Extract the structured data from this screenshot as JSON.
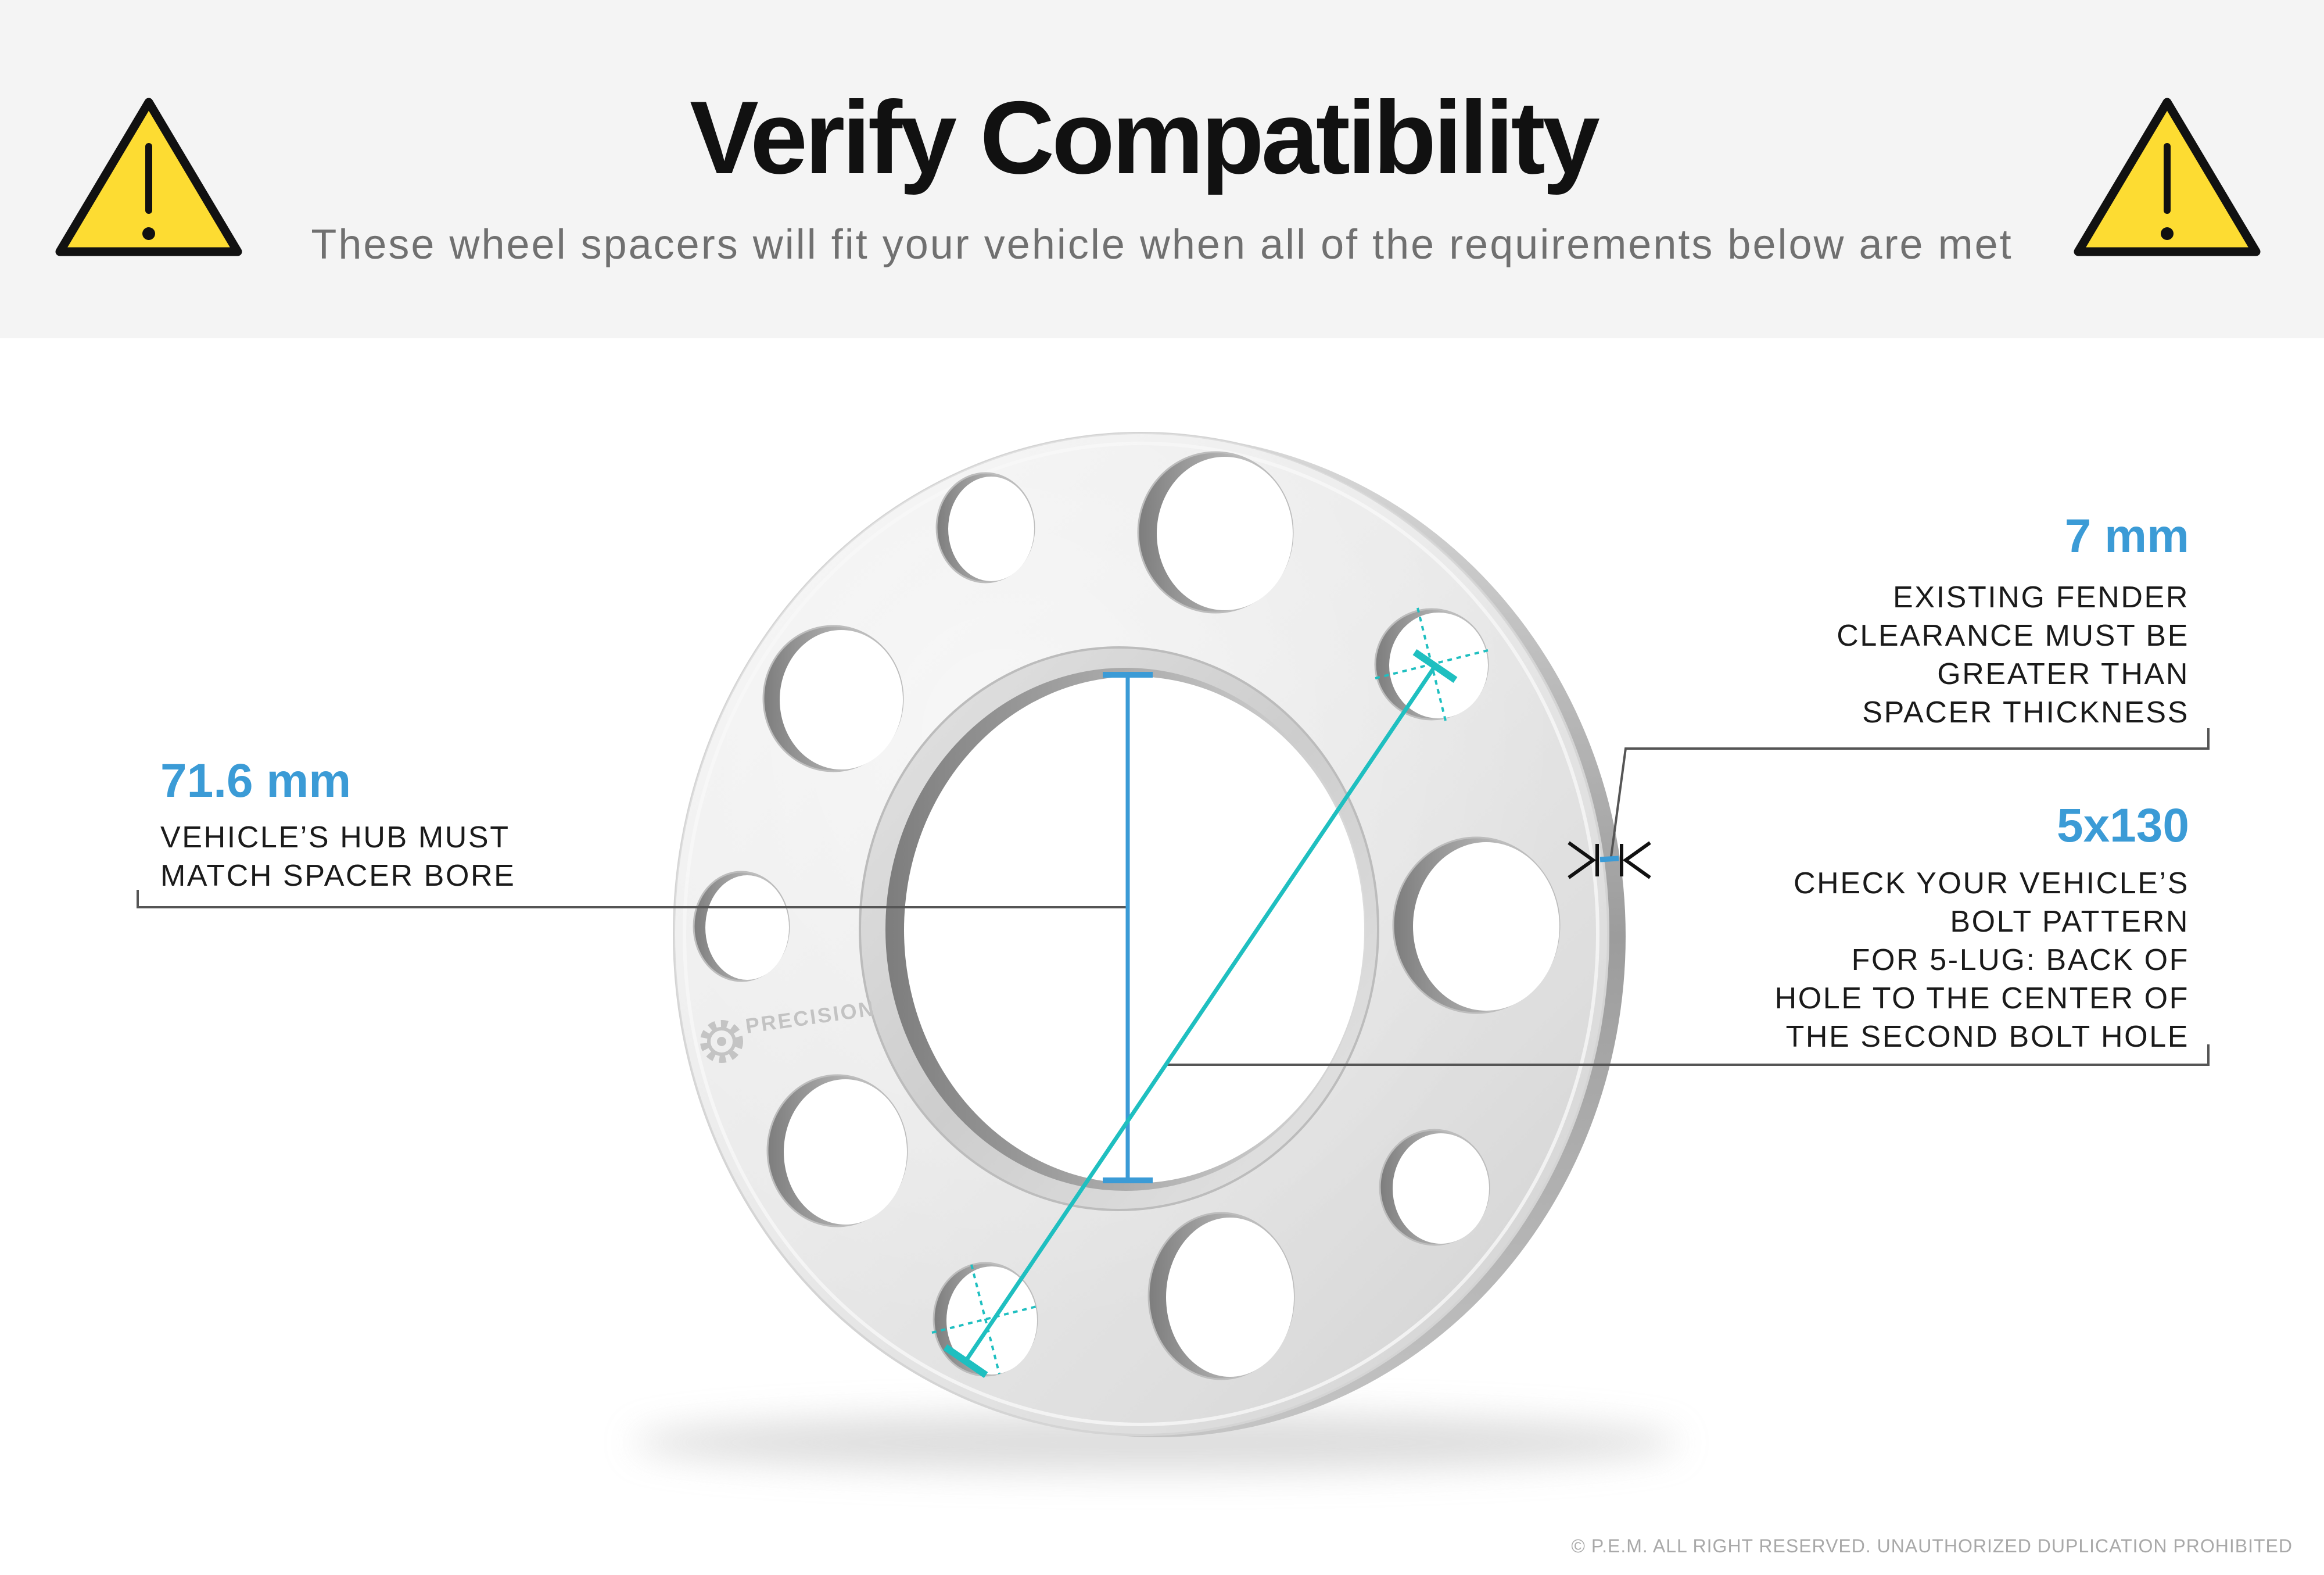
{
  "header": {
    "title": "Verify Compatibility",
    "subtitle": "These wheel spacers will fit your vehicle when all of the requirements below are met",
    "left_icon": "warning-triangle-icon",
    "right_icon": "warning-triangle-icon"
  },
  "specs": {
    "center_bore": {
      "value": "71.6 mm",
      "lines": [
        "VEHICLE’S HUB MUST",
        "MATCH SPACER BORE"
      ]
    },
    "thickness": {
      "value": "7 mm",
      "lines": [
        "EXISTING FENDER",
        "CLEARANCE MUST BE",
        "GREATER THAN",
        "SPACER THICKNESS"
      ]
    },
    "bolt_pattern": {
      "value": "5x130",
      "lines": [
        "CHECK YOUR VEHICLE’S",
        "BOLT PATTERN",
        "FOR 5-LUG: BACK OF",
        "HOLE TO THE CENTER OF",
        "THE SECOND BOLT HOLE"
      ]
    }
  },
  "product": {
    "logo_text": "PRECISION",
    "logo_icon": "gear-icon"
  },
  "footer": {
    "copyright": "© P.E.M. ALL RIGHT RESERVED. UNAUTHORIZED DUPLICATION PROHIBITED"
  },
  "colors": {
    "header_background": "#f4f4f4",
    "title": "#111111",
    "subtitle": "#707070",
    "accent_blue": "#3b9bd6",
    "bolt_pattern_teal": "#1fbfc0",
    "warning_yellow": "#fddc32",
    "leader_line": "#555555",
    "footer_text": "#a9a9a9"
  }
}
